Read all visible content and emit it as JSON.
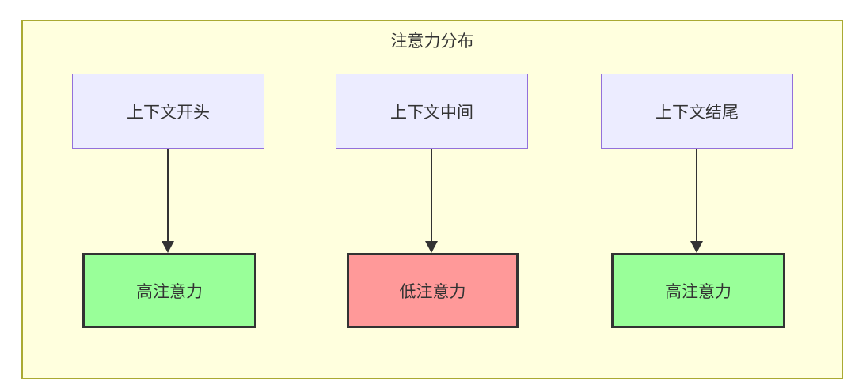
{
  "diagram": {
    "title": "注意力分布",
    "columns": [
      {
        "source": "上下文开头",
        "target": "高注意力",
        "attention": "high"
      },
      {
        "source": "上下文中间",
        "target": "低注意力",
        "attention": "low"
      },
      {
        "source": "上下文结尾",
        "target": "高注意力",
        "attention": "high"
      }
    ],
    "colors": {
      "container_fill": "#ffffde",
      "container_border": "#aaaa33",
      "source_fill": "#ECECFF",
      "source_border": "#9370DB",
      "high_fill": "#99ff99",
      "low_fill": "#ff9999",
      "node_border": "#333333",
      "arrow": "#333333",
      "text": "#333333"
    }
  }
}
